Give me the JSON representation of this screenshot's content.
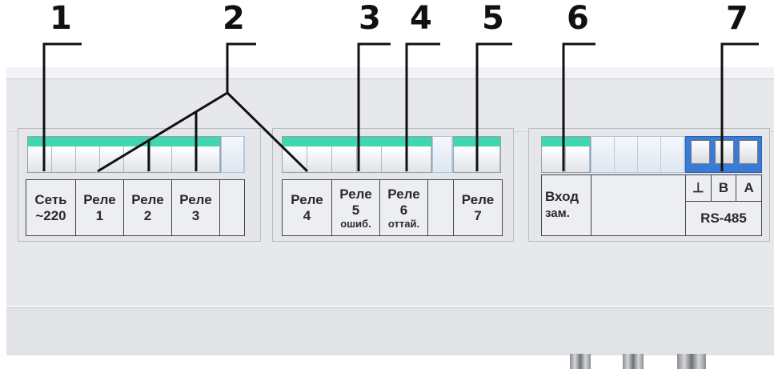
{
  "callouts": [
    "1",
    "2",
    "3",
    "4",
    "5",
    "6",
    "7"
  ],
  "group1": {
    "cells": [
      {
        "l1": "Сеть",
        "l2": "~220"
      },
      {
        "l1": "Реле",
        "l2": "1"
      },
      {
        "l1": "Реле",
        "l2": "2"
      },
      {
        "l1": "Реле",
        "l2": "3"
      }
    ]
  },
  "group2": {
    "cells": [
      {
        "l1": "Реле",
        "l2": "4"
      },
      {
        "l1": "Реле",
        "l2": "5",
        "l3": "ошиб."
      },
      {
        "l1": "Реле",
        "l2": "6",
        "l3": "оттай."
      },
      {
        "l1": "Реле",
        "l2": "7"
      }
    ]
  },
  "group3": {
    "input": {
      "l1": "Вход",
      "l2": "зам."
    },
    "rs485": {
      "pins": [
        "⊥",
        "B",
        "A"
      ],
      "label": "RS-485"
    }
  },
  "colors": {
    "terminal": "#3fd6b0",
    "rs485": "#3a7bd5",
    "body": "#e7e8ec"
  }
}
